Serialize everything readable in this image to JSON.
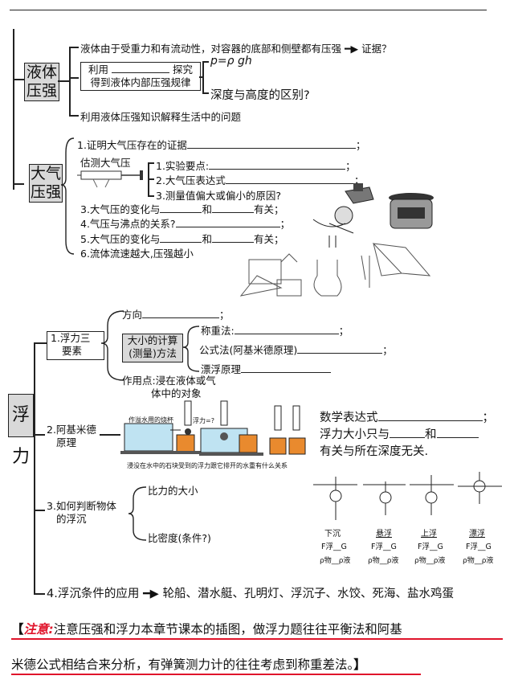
{
  "liquid": {
    "box_label_1": "液体",
    "box_label_2": "压强",
    "item1": "液体由于受重力和有流动性，对容器的底部和侧壁都有压强",
    "item1_arrow_target": "证据？",
    "method_box_1": "利用",
    "method_box_2": "探究",
    "method_box_3": "得到液体内部压强规律",
    "formula": "p=ρ gh",
    "depth_question": "深度与高度的区别?",
    "item3": "利用液体压强知识解释生活中的问题"
  },
  "atmos": {
    "box_label_1": "大气",
    "box_label_2": "压强",
    "item1": "1.证明大气压存在的证据",
    "estimate": "估测大气压",
    "sub1": "1.实验要点:",
    "sub2": "2.大气压表达式",
    "sub3": "3.测量值偏大或偏小的原因?",
    "item3_a": "3.大气压的变化与",
    "item3_b": "和",
    "item3_c": "有关",
    "item4": "4.气压与沸点的关系?",
    "item5_a": "5.大气压的变化与",
    "item5_b": "和",
    "item5_c": "有关",
    "item6": "6.流体流速越大,压强越小",
    "semicolon": "；"
  },
  "buoy": {
    "box_label": "浮力",
    "three_1": "1.浮力三",
    "three_2": "要素",
    "direction": "方向",
    "calc_1": "大小的计算",
    "calc_2": "(测量)方法",
    "weigh": "称重法:",
    "formula_method": "公式法(阿基米德原理)",
    "float_principle": "漂浮原理",
    "action_1": "作用点:浸在液体或气",
    "action_2": "体中的对象",
    "arch_1": "2.阿基米德",
    "arch_2": "原理",
    "math_expr": "数学表达式",
    "only_with_a": "浮力大小只与",
    "only_with_b": "和",
    "independent": "有关与所在深度无关.",
    "fig_label_left": "作溢水用的烧杯",
    "fig_label_mid": "浮力=?",
    "fig_caption": "浸没在水中的石块受到的浮力跟它排开的水重有什么关系",
    "judge_1": "3.如何判断物体",
    "judge_2": "的浮沉",
    "compare_force": "比力的大小",
    "compare_density": "比密度(条件?)",
    "states": [
      "下沉",
      "悬浮",
      "上浮",
      "漂浮"
    ],
    "force_labels": [
      "F浮__G",
      "F浮__G",
      "F浮__G",
      "F浮__G"
    ],
    "rho_labels": [
      "ρ物__ρ液",
      "ρ物__ρ液",
      "ρ物__ρ液",
      "ρ物__ρ液"
    ],
    "apps_label": "4.浮沉条件的应用",
    "apps": "轮船、潜水艇、孔明灯、浮沉子、水饺、死海、盐水鸡蛋"
  },
  "note": {
    "open": "【",
    "label": "注意:",
    "line1": "注意压强和浮力本章节课本的插图，做浮力题往往平衡法和阿基",
    "line2": "米德公式相结合来分析，有弹簧测力计的往往考虑到称重差法。",
    "close": "】"
  }
}
